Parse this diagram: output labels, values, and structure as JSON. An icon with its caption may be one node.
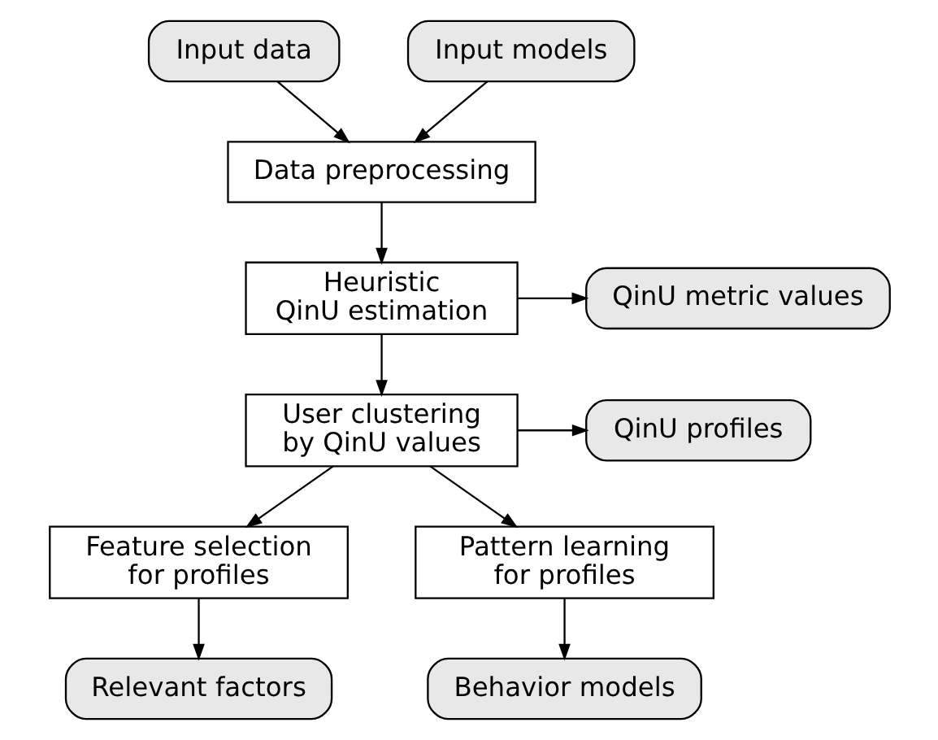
{
  "diagram": {
    "nodes": [
      {
        "text": [
          "Input data"
        ]
      },
      {
        "text": [
          "Input models"
        ]
      },
      {
        "text": [
          "Data preprocessing"
        ]
      },
      {
        "text": [
          "Heuristic QinU estimation"
        ]
      },
      {
        "text": [
          "QinU metric values"
        ]
      },
      {
        "text": [
          "User clustering by QinU values"
        ]
      },
      {
        "text": [
          "QinU profiles"
        ]
      },
      {
        "text": [
          "Feature selection for profiles"
        ]
      },
      {
        "text": [
          "Pattern learning for profiles"
        ]
      },
      {
        "text": [
          "Relevant factors"
        ]
      },
      {
        "text": [
          "Behavior models"
        ]
      }
    ],
    "edges": [
      {
        "from": 0,
        "to": 2,
        "arrow": "to"
      },
      {
        "from": 1,
        "to": 2,
        "arrow": "to"
      },
      {
        "from": 2,
        "to": 3,
        "arrow": "to"
      },
      {
        "from": 3,
        "to": 4,
        "arrow": "to"
      },
      {
        "from": 3,
        "to": 5,
        "arrow": "to"
      },
      {
        "from": 5,
        "to": 6,
        "arrow": "to"
      },
      {
        "from": 5,
        "to": 7,
        "arrow": "to"
      },
      {
        "from": 5,
        "to": 8,
        "arrow": "to"
      },
      {
        "from": 7,
        "to": 9,
        "arrow": "to"
      },
      {
        "from": 8,
        "to": 10,
        "arrow": "to"
      }
    ]
  }
}
